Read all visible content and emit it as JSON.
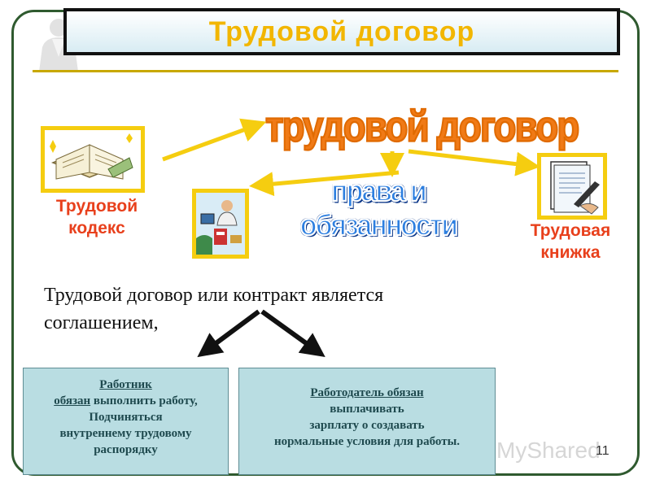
{
  "title": "Трудовой договор",
  "left_label": {
    "line1": "Трудовой",
    "line2": "кодекс"
  },
  "right_label": {
    "line1": "Трудовая",
    "line2": "книжка"
  },
  "center_heading": "трудовой договор",
  "rights_heading": {
    "line1": "права и",
    "line2": "обязанности"
  },
  "body_text": "Трудовой договор или контракт является соглашением,",
  "worker_box": {
    "title": "Работник",
    "line1_underlined": "обязан",
    "line1_rest": " выполнить работу,",
    "line2": "Подчиняться",
    "line3": "внутреннему трудовому",
    "line4": "распорядку"
  },
  "employer_box": {
    "title": "Работодатель обязан",
    "line1": "выплачивать",
    "line2": "зарплату о создавать",
    "line3": "нормальные условия для работы."
  },
  "logo_text": "MyShared",
  "page_number": "11",
  "colors": {
    "title": "#f2b600",
    "red_label": "#e8401c",
    "orange_heading": "#f07a16",
    "blue_heading": "#2d7fe0",
    "icon_frame": "#f5cd10",
    "box_fill": "#b9dde2"
  },
  "icons": [
    "code-book-icon",
    "workplace-icon",
    "document-pen-icon",
    "presenter-silhouette-icon"
  ]
}
